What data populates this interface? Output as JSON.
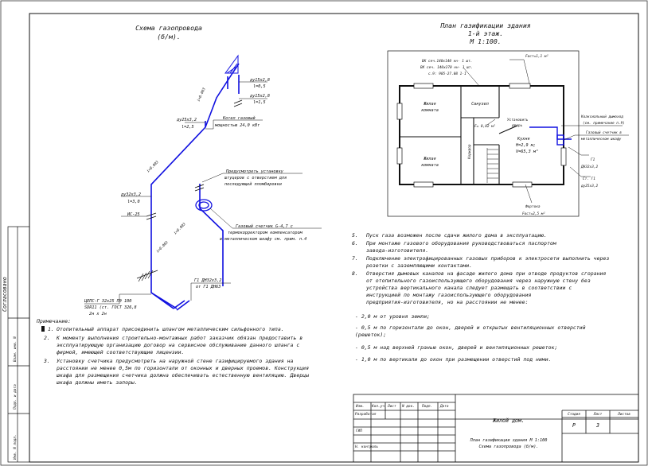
{
  "scheme": {
    "title_line1": "Схема газопровода",
    "title_line2": "(б/м).",
    "slope1": "i=0.003",
    "slope2": "i=0.003",
    "slope3": "i=0.003",
    "slope4": "i=0.003",
    "pipe_d15_a": "ду15х2,8",
    "pipe_d15_a_len": "l=0,5",
    "pipe_d15_b": "ду15х2,8",
    "pipe_d15_b_len": "l=1,5",
    "pipe_d25": "ду25х3,2",
    "pipe_d25_len": "l=2,5",
    "boiler_line1": "Котел газовый",
    "boiler_line2": "мощностью 24,0 кВт",
    "fitting_line1": "Предусмотреть установку",
    "fitting_line2": "штуцеров с отверстием для",
    "fitting_line3": "последующей пломбировки",
    "pipe_d32": "ду32х3,2",
    "pipe_d32_len": "l=3,0",
    "valve_label": "ИС-25",
    "meter_line1": "Газовый счетчик G-4,7 с",
    "meter_line2": "термокорректором компенсатором",
    "meter_line3": "в металлическом шкафу см. прим. п.4",
    "riser_line1": "Г1 ДН32х3,2",
    "riser_line2": "от Г1 ДН63",
    "insert_line1": "ЦЕПС-Г 32х25 ПЭ 100",
    "insert_line2": "SDR11 (ст. ГОСТ 326,8",
    "insert_line3": "2н х 2н"
  },
  "plan": {
    "title_line1": "План газификации здания",
    "title_line2": "1-й этаж.",
    "title_line3": "М 1:100.",
    "vent_line1": "ВК сеч.140х140 нн- 1 шт.",
    "vent_line2": "ВК  сеч. 140х270 нн- 1 шт.",
    "vent_line3": "с.9: 905-27.08 1-1",
    "window_area_top": "Fост=1,1 м²",
    "room_living1_a": "Жилая",
    "room_living1_b": "комната",
    "room_living2_a": "Жилая",
    "room_living2_b": "комната",
    "room_bath": "Санузел",
    "corridor": "Коридор",
    "door_line1": "Установить",
    "door_line2": "дверь",
    "grille": "F= 0,02 м²",
    "kitchen_line1": "Кухня",
    "kitchen_line2": "Н=2,9 м;",
    "kitchen_line3": "V=65,3 м³",
    "chimney_line1": "Коаксиальный дымоход",
    "chimney_line2": "(см. примечание п.9)",
    "meter_line1": "Газовый счетчик в",
    "meter_line2": "металлическом шкафу",
    "g1_a": "Г1",
    "g1_b": "ДН32х3,2",
    "st_g1_a": "Ст. Г1",
    "st_g1_b": "ду25х3,2",
    "vent_window_line1": "Фортока",
    "vent_window_line2": "Fост=2,5 м²"
  },
  "notes_left": {
    "heading": "Примечание:",
    "n1_num": "1.",
    "n1": "Отопительный аппарат присоединить шлангом металлическим сильфонного типа.",
    "n2_num": "2.",
    "n2_l1": "К моменту выполнения строительно-монтажных работ заказчик обязан предоставить в",
    "n2_l2": "эксплуатирующую организацию договор на сервисное обслуживание данного шланга с",
    "n2_l3": "фирмой, имеющей соответствующие лицензии.",
    "n3_num": "3.",
    "n3_l1": "Установку счетчика предусмотреть на наружной стене газифицируемого здания на",
    "n3_l2": "расстоянии не менее 0,5м по горизонтали от оконных и дверных проемов. Конструкция",
    "n3_l3": "шкафа для размещения счетчика должна обеспечивать естественную вентиляцию. Дверцы",
    "n3_l4": "шкафа должны иметь запоры."
  },
  "notes_right": {
    "n5_num": "5.",
    "n5": "Пуск газа возможен после сдачи жилого дома в эксплуатацию.",
    "n6_num": "6.",
    "n6_l1": "При монтаже газового оборудования руководствоваться паспортом",
    "n6_l2": "завода-изготовителя.",
    "n7_num": "7.",
    "n7_l1": "Подключение электрофицированных газовых приборов к электросети выполнить через",
    "n7_l2": "розетки с заземляющими контактами.",
    "n8_num": "8.",
    "n8_l1": "Отверстия дымовых каналов на фасаде жилого дома при отводе продуктов сгорания",
    "n8_l2": "от отопительного газоиспользующего оборудования через наружную стену без",
    "n8_l3": "устройства вертикального канала следует размещать в соответствии с",
    "n8_l4": "инструкцией по монтажу газоиспользующего оборудования",
    "n8_l5": "предприятия-изготовителя, но на расстоянии не менее:",
    "d1": "-  2,0 м от уровня земли;",
    "d2_l1": "-  0,5  м  по  горизонтали  до  окон,  дверей  и  открытых  вентиляционных  отверстий",
    "d2_l2": "(решеток);",
    "d3": "-  0,5 м над верхней гранью окон, дверей и вентиляционных решеток;",
    "d4": "-  1,0 м по вертикали до окон при размещении отверстий под ними."
  },
  "stamp": {
    "col_izm": "Изм.",
    "col_kol": "Кол.уч",
    "col_list": "Лист",
    "col_doc": "N док.",
    "col_sign": "Подп.",
    "col_date": "Дата",
    "role_dev": "Разработал",
    "role_gip": "ГИП",
    "role_control": "Н. контроль",
    "project": "Жилой дом.",
    "stage_h": "Стадия",
    "sheet_h": "Лист",
    "sheets_h": "Листов",
    "stage": "Р",
    "sheet": "3",
    "sheets": "",
    "drawing_line1": "План газификации здания М 1:100",
    "drawing_line2": "Схема газопровода (б/м)."
  },
  "side_strip": {
    "agreed": "Согласовано",
    "inv_orig": "Взам. инв. N",
    "sign_date": "Подп. и дата",
    "inv_sub": "Инв. N подл."
  }
}
